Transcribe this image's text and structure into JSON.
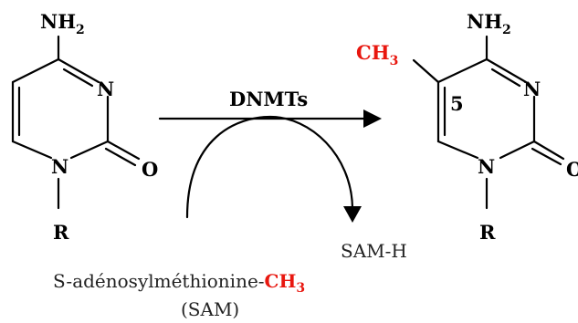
{
  "reactant": {
    "nh2": {
      "main": "NH",
      "sub": "2"
    },
    "n3": "N",
    "n1": "N",
    "o": "O",
    "r": "R"
  },
  "reaction": {
    "enzyme": "DNMTs",
    "byproduct": "SAM-H",
    "cofactor_prefix": "S-adénosylméthionine-",
    "cofactor_methyl": {
      "main": "CH",
      "sub": "3"
    },
    "cofactor_abbrev": "(SAM)"
  },
  "product": {
    "methyl": {
      "main": "CH",
      "sub": "3"
    },
    "nh2": {
      "main": "NH",
      "sub": "2"
    },
    "n3": "N",
    "n1": "N",
    "o": "O",
    "r": "R",
    "position": "5"
  },
  "colors": {
    "methyl": "#e8170f",
    "bonds": "#000000"
  }
}
